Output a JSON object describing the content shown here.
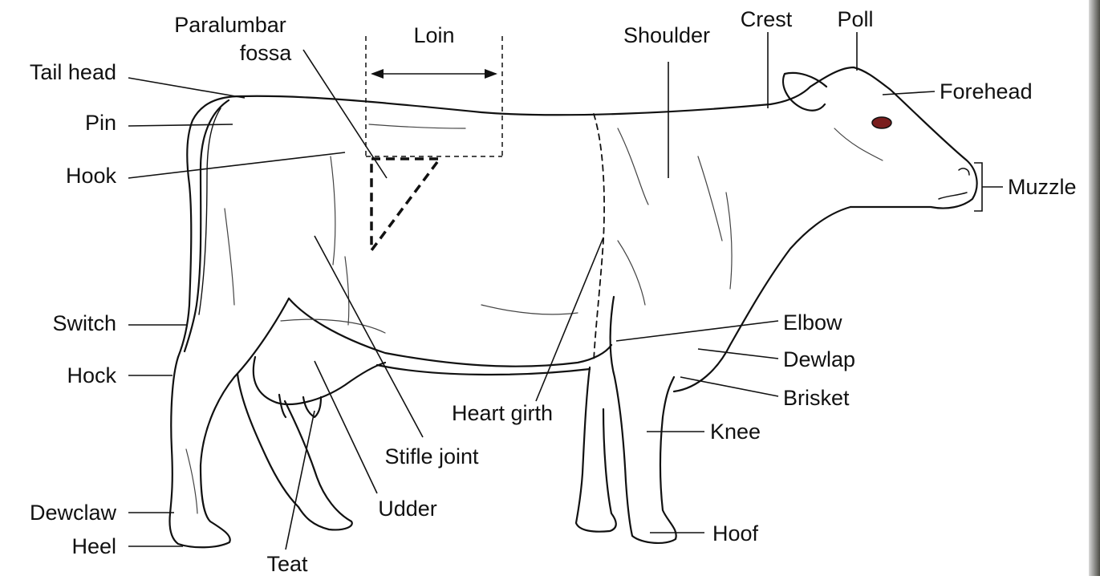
{
  "labels": {
    "paralumbar_1": "Paralumbar",
    "paralumbar_2": "fossa",
    "loin": "Loin",
    "shoulder": "Shoulder",
    "crest": "Crest",
    "poll": "Poll",
    "tail_head": "Tail head",
    "forehead": "Forehead",
    "pin": "Pin",
    "hook": "Hook",
    "muzzle": "Muzzle",
    "switch": "Switch",
    "elbow": "Elbow",
    "hock": "Hock",
    "dewlap": "Dewlap",
    "brisket": "Brisket",
    "heart_girth": "Heart girth",
    "knee": "Knee",
    "stifle_joint": "Stifle joint",
    "dewclaw": "Dewclaw",
    "udder": "Udder",
    "hoof": "Hoof",
    "heel": "Heel",
    "teat": "Teat"
  },
  "colors": {
    "line": "#111111",
    "eye": "#7a1e1e",
    "edge": "#4a4a44"
  }
}
